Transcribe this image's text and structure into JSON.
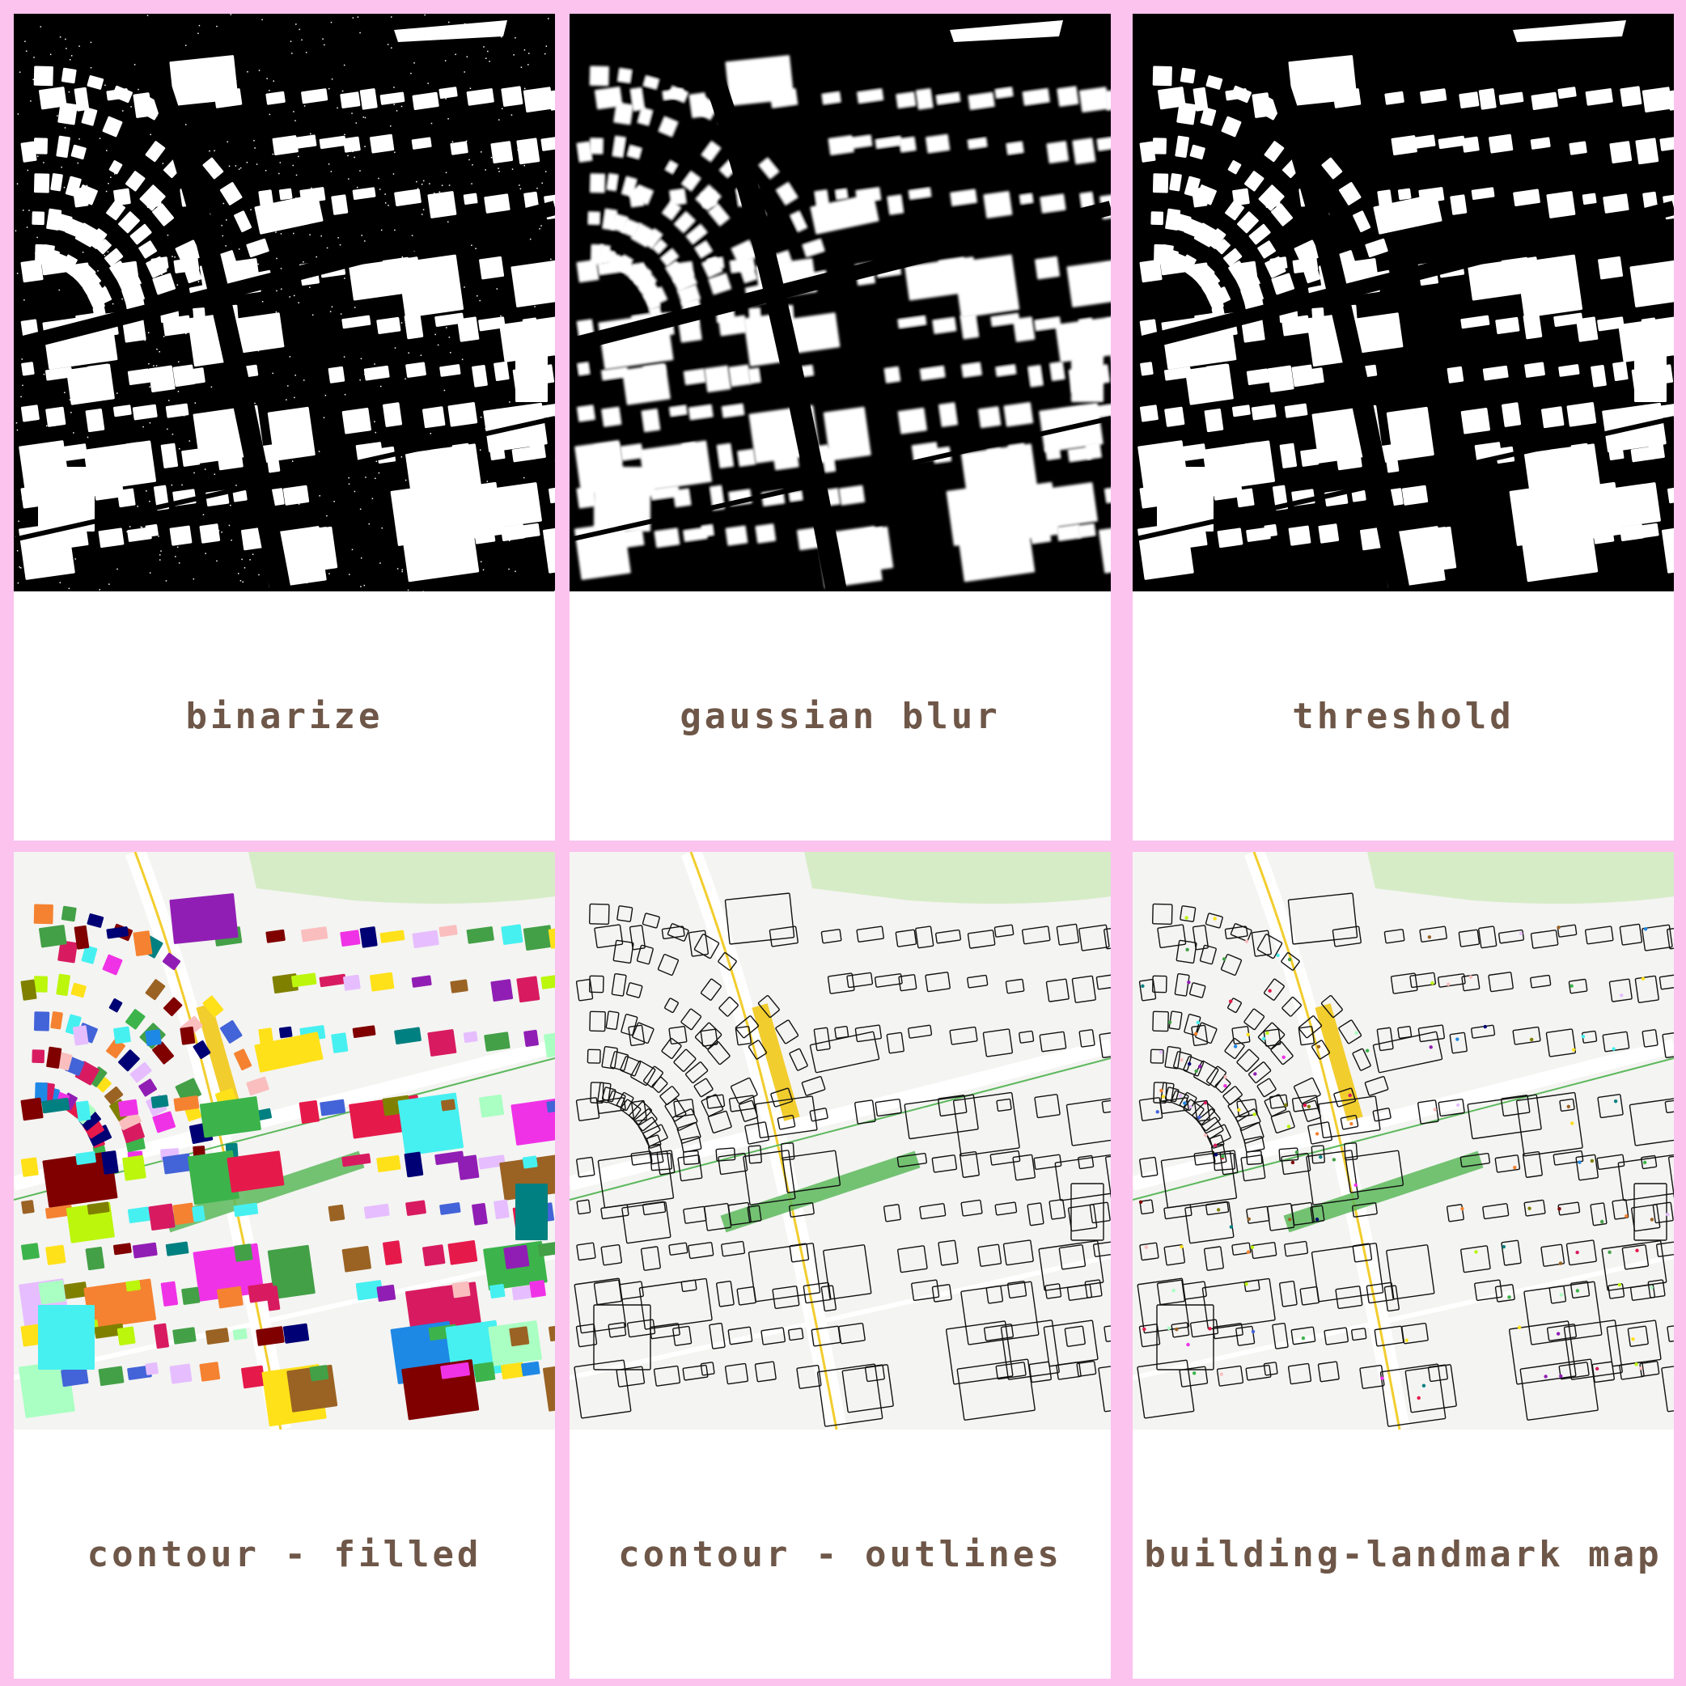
{
  "colors": {
    "frame": "#fbc3ee",
    "panel_bg": "#ffffff",
    "caption_text": "#6e5748",
    "bw_background": "#000000",
    "bw_building": "#ffffff",
    "map_background": "#f4f4f2",
    "map_park": "#d6ecc7",
    "map_road_yellow": "#f2cd2e",
    "map_road_green": "#5cb85c",
    "map_outline": "#111111"
  },
  "panels": [
    {
      "caption": "binarize",
      "style": "bw-noisy"
    },
    {
      "caption": "gaussian blur",
      "style": "bw-blur"
    },
    {
      "caption": "threshold",
      "style": "bw-clean"
    },
    {
      "caption": "contour - filled",
      "style": "map-filled"
    },
    {
      "caption": "contour - outlines",
      "style": "map-outlines"
    },
    {
      "caption": "building-landmark map",
      "style": "map-landmarks"
    }
  ]
}
